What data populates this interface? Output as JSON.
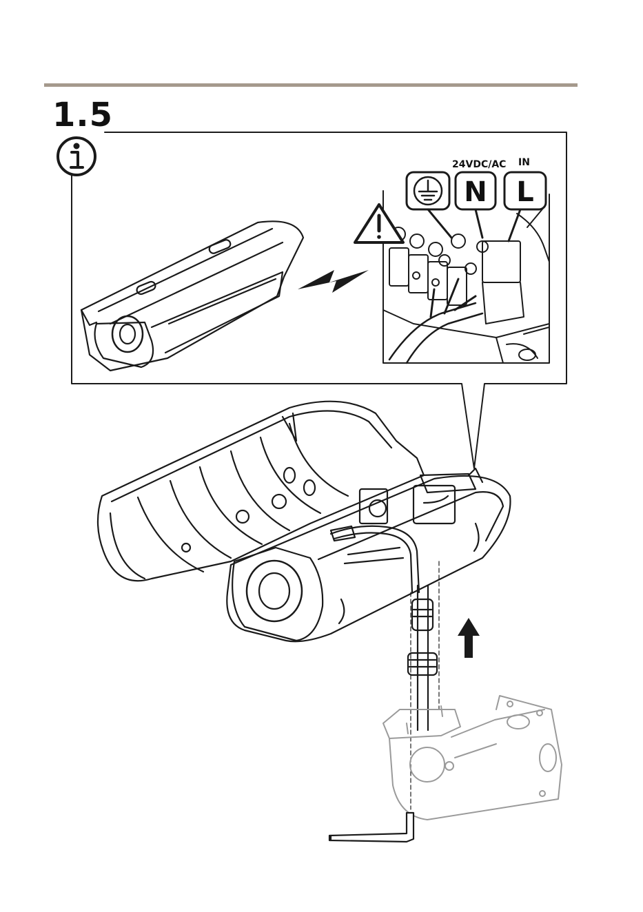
{
  "step": {
    "number": "1.5"
  },
  "info_callout": {
    "icon": "info-icon"
  },
  "terminal": {
    "voltage_label": "24VDC/AC",
    "in_label": "IN",
    "n_label": "N",
    "l_label": "L",
    "ground_icon": "ground-icon",
    "warning_icon": "warning-icon"
  },
  "colors": {
    "rule": "#a5998c",
    "line": "#1a1a1a",
    "bracket": "#9a9a9a"
  }
}
